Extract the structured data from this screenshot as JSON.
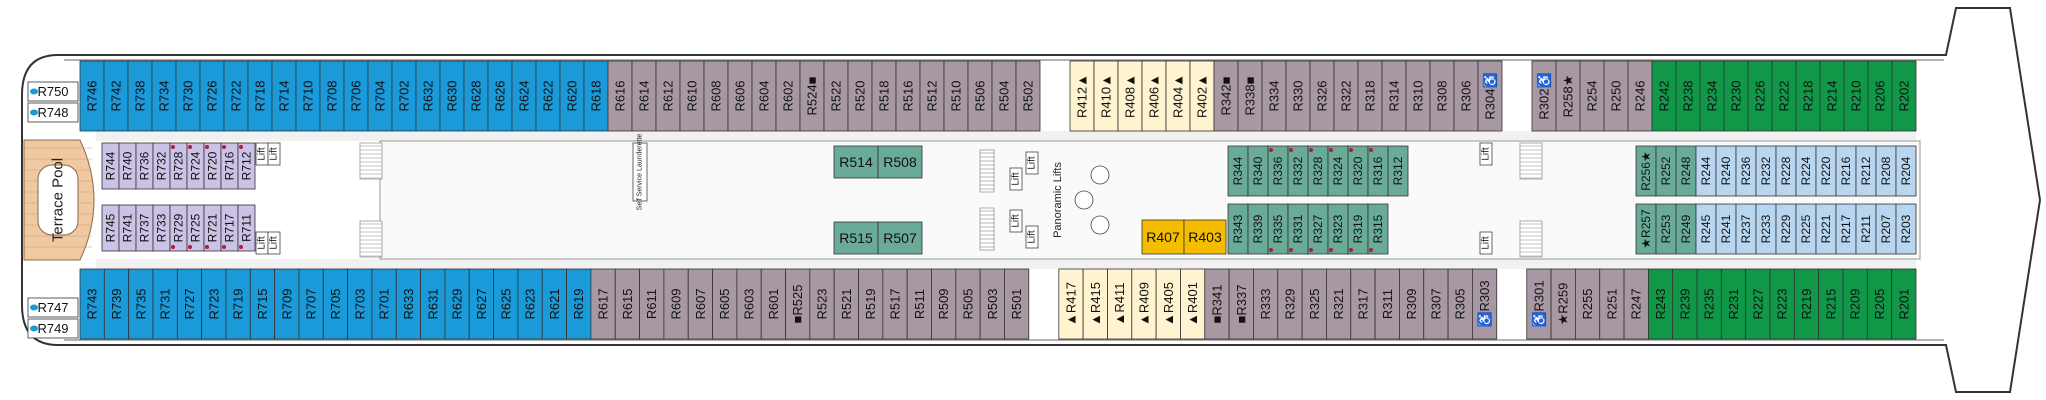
{
  "colors": {
    "blue": "#1a9ad8",
    "mauve": "#a898a4",
    "cream": "#fff4cf",
    "green": "#109848",
    "teal": "#6aaa98",
    "lavender": "#cbc2e6",
    "lightblue": "#b8d6ef",
    "yellow": "#f5bd00",
    "pool": "#f0c9a0",
    "dot": "#b01c3c"
  },
  "labels": {
    "pool": "Terrace Pool",
    "self_service": "Self Service Launderette",
    "panoramic_lifts": "Panoramic Lifts",
    "lift": "Lift"
  },
  "aft_cabins": {
    "top": [
      "R750",
      "R748"
    ],
    "bottom": [
      "R747",
      "R749"
    ]
  },
  "top_row": [
    {
      "id": "R746",
      "c": "blue"
    },
    {
      "id": "R742",
      "c": "blue"
    },
    {
      "id": "R738",
      "c": "blue"
    },
    {
      "id": "R734",
      "c": "blue"
    },
    {
      "id": "R730",
      "c": "blue"
    },
    {
      "id": "R726",
      "c": "blue"
    },
    {
      "id": "R722",
      "c": "blue"
    },
    {
      "id": "R718",
      "c": "blue"
    },
    {
      "id": "R714",
      "c": "blue"
    },
    {
      "id": "R710",
      "c": "blue"
    },
    {
      "id": "R708",
      "c": "blue"
    },
    {
      "id": "R706",
      "c": "blue"
    },
    {
      "id": "R704",
      "c": "blue"
    },
    {
      "id": "R702",
      "c": "blue"
    },
    {
      "id": "R632",
      "c": "blue"
    },
    {
      "id": "R630",
      "c": "blue"
    },
    {
      "id": "R628",
      "c": "blue"
    },
    {
      "id": "R626",
      "c": "blue"
    },
    {
      "id": "R624",
      "c": "blue"
    },
    {
      "id": "R622",
      "c": "blue"
    },
    {
      "id": "R620",
      "c": "blue"
    },
    {
      "id": "R618",
      "c": "blue"
    },
    {
      "id": "R616",
      "c": "mauve"
    },
    {
      "id": "R614",
      "c": "mauve"
    },
    {
      "id": "R612",
      "c": "mauve"
    },
    {
      "id": "R610",
      "c": "mauve"
    },
    {
      "id": "R608",
      "c": "mauve"
    },
    {
      "id": "R606",
      "c": "mauve"
    },
    {
      "id": "R604",
      "c": "mauve"
    },
    {
      "id": "R602",
      "c": "mauve"
    },
    {
      "id": "R524■",
      "c": "mauve"
    },
    {
      "id": "R522",
      "c": "mauve"
    },
    {
      "id": "R520",
      "c": "mauve"
    },
    {
      "id": "R518",
      "c": "mauve"
    },
    {
      "id": "R516",
      "c": "mauve"
    },
    {
      "id": "R512",
      "c": "mauve"
    },
    {
      "id": "R510",
      "c": "mauve"
    },
    {
      "id": "R506",
      "c": "mauve"
    },
    {
      "id": "R504",
      "c": "mauve"
    },
    {
      "id": "R502",
      "c": "mauve"
    },
    {
      "id": "gap",
      "c": "none"
    },
    {
      "id": "R412▲",
      "c": "cream"
    },
    {
      "id": "R410▲",
      "c": "cream"
    },
    {
      "id": "R408▲",
      "c": "cream"
    },
    {
      "id": "R406▲",
      "c": "cream"
    },
    {
      "id": "R404▲",
      "c": "cream"
    },
    {
      "id": "R402▲",
      "c": "cream"
    },
    {
      "id": "R342■",
      "c": "mauve"
    },
    {
      "id": "R338■",
      "c": "mauve"
    },
    {
      "id": "R334",
      "c": "mauve"
    },
    {
      "id": "R330",
      "c": "mauve"
    },
    {
      "id": "R326",
      "c": "mauve"
    },
    {
      "id": "R322",
      "c": "mauve"
    },
    {
      "id": "R318",
      "c": "mauve"
    },
    {
      "id": "R314",
      "c": "mauve"
    },
    {
      "id": "R310",
      "c": "mauve"
    },
    {
      "id": "R308",
      "c": "mauve"
    },
    {
      "id": "R306",
      "c": "mauve"
    },
    {
      "id": "R304♿",
      "c": "mauve"
    },
    {
      "id": "gap",
      "c": "none"
    },
    {
      "id": "R302♿",
      "c": "mauve"
    },
    {
      "id": "R258★",
      "c": "mauve"
    },
    {
      "id": "R254",
      "c": "mauve"
    },
    {
      "id": "R250",
      "c": "mauve"
    },
    {
      "id": "R246",
      "c": "mauve"
    },
    {
      "id": "R242",
      "c": "green"
    },
    {
      "id": "R238",
      "c": "green"
    },
    {
      "id": "R234",
      "c": "green"
    },
    {
      "id": "R230",
      "c": "green"
    },
    {
      "id": "R226",
      "c": "green"
    },
    {
      "id": "R222",
      "c": "green"
    },
    {
      "id": "R218",
      "c": "green"
    },
    {
      "id": "R214",
      "c": "green"
    },
    {
      "id": "R210",
      "c": "green"
    },
    {
      "id": "R206",
      "c": "green"
    },
    {
      "id": "R202",
      "c": "green"
    }
  ],
  "bottom_row": [
    {
      "id": "R743",
      "c": "blue"
    },
    {
      "id": "R739",
      "c": "blue"
    },
    {
      "id": "R735",
      "c": "blue"
    },
    {
      "id": "R731",
      "c": "blue"
    },
    {
      "id": "R727",
      "c": "blue"
    },
    {
      "id": "R723",
      "c": "blue"
    },
    {
      "id": "R719",
      "c": "blue"
    },
    {
      "id": "R715",
      "c": "blue"
    },
    {
      "id": "R709",
      "c": "blue"
    },
    {
      "id": "R707",
      "c": "blue"
    },
    {
      "id": "R705",
      "c": "blue"
    },
    {
      "id": "R703",
      "c": "blue"
    },
    {
      "id": "R701",
      "c": "blue"
    },
    {
      "id": "R633",
      "c": "blue"
    },
    {
      "id": "R631",
      "c": "blue"
    },
    {
      "id": "R629",
      "c": "blue"
    },
    {
      "id": "R627",
      "c": "blue"
    },
    {
      "id": "R625",
      "c": "blue"
    },
    {
      "id": "R623",
      "c": "blue"
    },
    {
      "id": "R621",
      "c": "blue"
    },
    {
      "id": "R619",
      "c": "blue"
    },
    {
      "id": "R617",
      "c": "mauve"
    },
    {
      "id": "R615",
      "c": "mauve"
    },
    {
      "id": "R611",
      "c": "mauve"
    },
    {
      "id": "R609",
      "c": "mauve"
    },
    {
      "id": "R607",
      "c": "mauve"
    },
    {
      "id": "R605",
      "c": "mauve"
    },
    {
      "id": "R603",
      "c": "mauve"
    },
    {
      "id": "R601",
      "c": "mauve"
    },
    {
      "id": "■R525",
      "c": "mauve"
    },
    {
      "id": "R523",
      "c": "mauve"
    },
    {
      "id": "R521",
      "c": "mauve"
    },
    {
      "id": "R519",
      "c": "mauve"
    },
    {
      "id": "R517",
      "c": "mauve"
    },
    {
      "id": "R511",
      "c": "mauve"
    },
    {
      "id": "R509",
      "c": "mauve"
    },
    {
      "id": "R505",
      "c": "mauve"
    },
    {
      "id": "R503",
      "c": "mauve"
    },
    {
      "id": "R501",
      "c": "mauve"
    },
    {
      "id": "gap",
      "c": "none"
    },
    {
      "id": "▲R417",
      "c": "cream"
    },
    {
      "id": "▲R415",
      "c": "cream"
    },
    {
      "id": "▲R411",
      "c": "cream"
    },
    {
      "id": "▲R409",
      "c": "cream"
    },
    {
      "id": "▲R405",
      "c": "cream"
    },
    {
      "id": "▲R401",
      "c": "cream"
    },
    {
      "id": "■R341",
      "c": "mauve"
    },
    {
      "id": "■R337",
      "c": "mauve"
    },
    {
      "id": "R333",
      "c": "mauve"
    },
    {
      "id": "R329",
      "c": "mauve"
    },
    {
      "id": "R325",
      "c": "mauve"
    },
    {
      "id": "R321",
      "c": "mauve"
    },
    {
      "id": "R317",
      "c": "mauve"
    },
    {
      "id": "R311",
      "c": "mauve"
    },
    {
      "id": "R309",
      "c": "mauve"
    },
    {
      "id": "R307",
      "c": "mauve"
    },
    {
      "id": "R305",
      "c": "mauve"
    },
    {
      "id": "♿R303",
      "c": "mauve"
    },
    {
      "id": "gap",
      "c": "none"
    },
    {
      "id": "♿R301",
      "c": "mauve"
    },
    {
      "id": "★R259",
      "c": "mauve"
    },
    {
      "id": "R255",
      "c": "mauve"
    },
    {
      "id": "R251",
      "c": "mauve"
    },
    {
      "id": "R247",
      "c": "mauve"
    },
    {
      "id": "R243",
      "c": "green"
    },
    {
      "id": "R239",
      "c": "green"
    },
    {
      "id": "R235",
      "c": "green"
    },
    {
      "id": "R231",
      "c": "green"
    },
    {
      "id": "R227",
      "c": "green"
    },
    {
      "id": "R223",
      "c": "green"
    },
    {
      "id": "R219",
      "c": "green"
    },
    {
      "id": "R215",
      "c": "green"
    },
    {
      "id": "R209",
      "c": "green"
    },
    {
      "id": "R205",
      "c": "green"
    },
    {
      "id": "R201",
      "c": "green"
    }
  ],
  "inner_aft_top": [
    "R744",
    "R740",
    "R736",
    "R732",
    "R728",
    "R724",
    "R720",
    "R716",
    "R712"
  ],
  "inner_aft_bottom": [
    "R745",
    "R741",
    "R737",
    "R733",
    "R729",
    "R725",
    "R721",
    "R717",
    "R711"
  ],
  "inner_mid": {
    "top": [
      "R514",
      "R508"
    ],
    "bottom": [
      "R515",
      "R507"
    ]
  },
  "inner_yellow": [
    "R407",
    "R403"
  ],
  "inner_fwd_top": [
    "R344",
    "R340",
    "R336",
    "R332",
    "R328",
    "R324",
    "R320",
    "R316",
    "R312"
  ],
  "inner_fwd_bottom": [
    "R343",
    "R339",
    "R335",
    "R331",
    "R327",
    "R323",
    "R319",
    "R315"
  ],
  "inner_bow_top": [
    {
      "id": "R256★",
      "c": "teal"
    },
    {
      "id": "R252",
      "c": "teal"
    },
    {
      "id": "R248",
      "c": "teal"
    },
    {
      "id": "R244",
      "c": "lightblue"
    },
    {
      "id": "R240",
      "c": "lightblue"
    },
    {
      "id": "R236",
      "c": "lightblue"
    },
    {
      "id": "R232",
      "c": "lightblue"
    },
    {
      "id": "R228",
      "c": "lightblue"
    },
    {
      "id": "R224",
      "c": "lightblue"
    },
    {
      "id": "R220",
      "c": "lightblue"
    },
    {
      "id": "R216",
      "c": "lightblue"
    },
    {
      "id": "R212",
      "c": "lightblue"
    },
    {
      "id": "R208",
      "c": "lightblue"
    },
    {
      "id": "R204",
      "c": "lightblue"
    }
  ],
  "inner_bow_bottom": [
    {
      "id": "★R257",
      "c": "teal"
    },
    {
      "id": "R253",
      "c": "teal"
    },
    {
      "id": "R249",
      "c": "teal"
    },
    {
      "id": "R245",
      "c": "lightblue"
    },
    {
      "id": "R241",
      "c": "lightblue"
    },
    {
      "id": "R237",
      "c": "lightblue"
    },
    {
      "id": "R233",
      "c": "lightblue"
    },
    {
      "id": "R229",
      "c": "lightblue"
    },
    {
      "id": "R225",
      "c": "lightblue"
    },
    {
      "id": "R221",
      "c": "lightblue"
    },
    {
      "id": "R217",
      "c": "lightblue"
    },
    {
      "id": "R211",
      "c": "lightblue"
    },
    {
      "id": "R207",
      "c": "lightblue"
    },
    {
      "id": "R203",
      "c": "lightblue"
    }
  ]
}
